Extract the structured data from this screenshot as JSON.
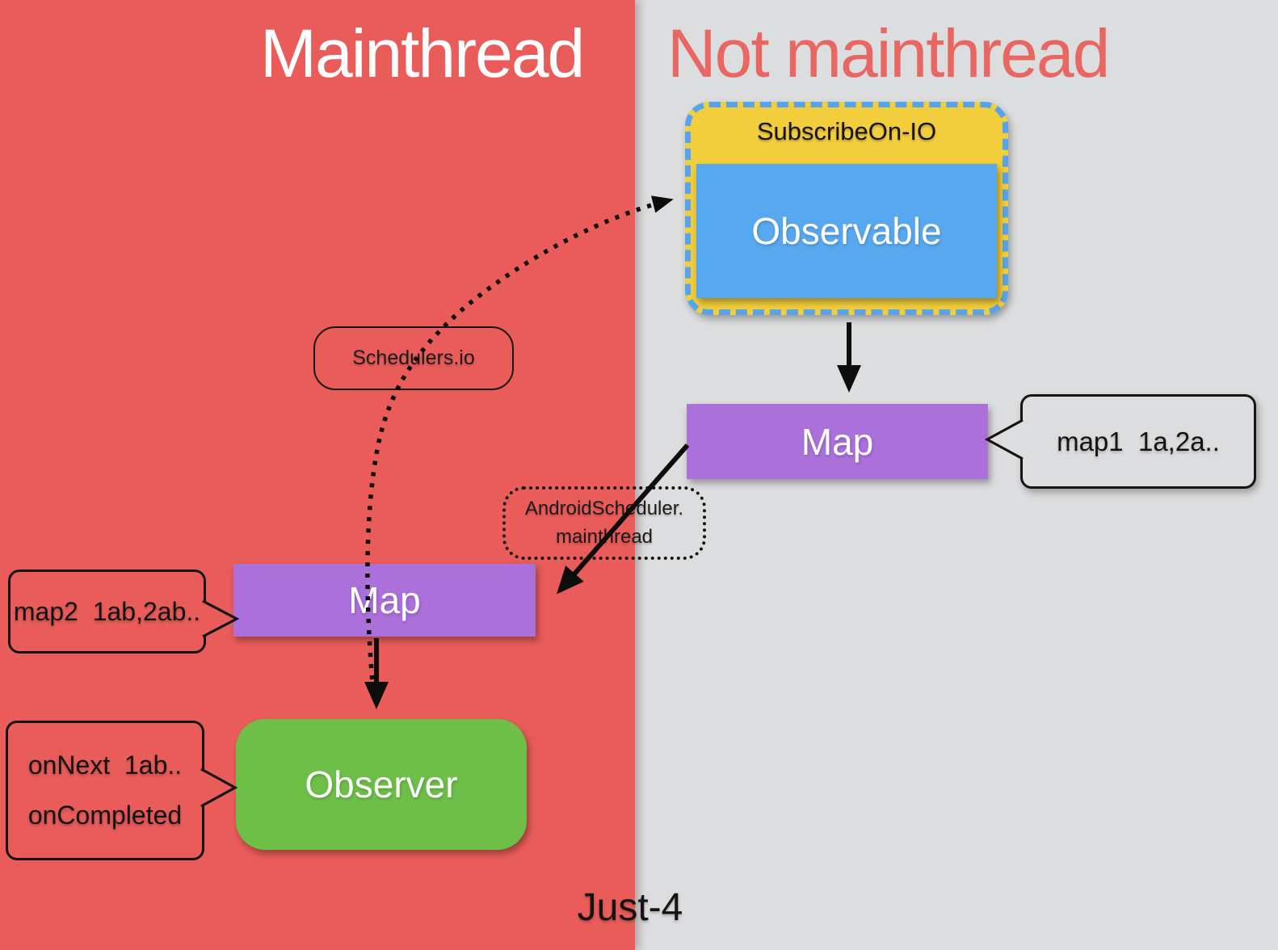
{
  "titles": {
    "mainthread": "Mainthread",
    "not_mainthread": "Not mainthread"
  },
  "nodes": {
    "subscribe_on_io": "SubscribeOn-IO",
    "observable": "Observable",
    "map_io": "Map",
    "map_main": "Map",
    "observer": "Observer"
  },
  "schedulers": {
    "io": "Schedulers.io",
    "android_line1": "AndroidScheduler.",
    "android_line2": "mainthread"
  },
  "callouts": {
    "map1": "map1  1a,2a..",
    "map2": "map2  1ab,2ab..",
    "observer_line1": "onNext  1ab..",
    "observer_line2": "onCompleted"
  },
  "caption": "Just-4",
  "colors": {
    "mainthread_bg": "#e95c5a",
    "not_mainthread_bg": "#dcddde",
    "title_accent": "#e86763",
    "group_fill": "#f2cd3c",
    "group_border": "#56a4eb",
    "observable_fill": "#58a8f0",
    "map_fill": "#ab70da",
    "observer_fill": "#6dbf48",
    "arrow": "#0d0d0d"
  }
}
